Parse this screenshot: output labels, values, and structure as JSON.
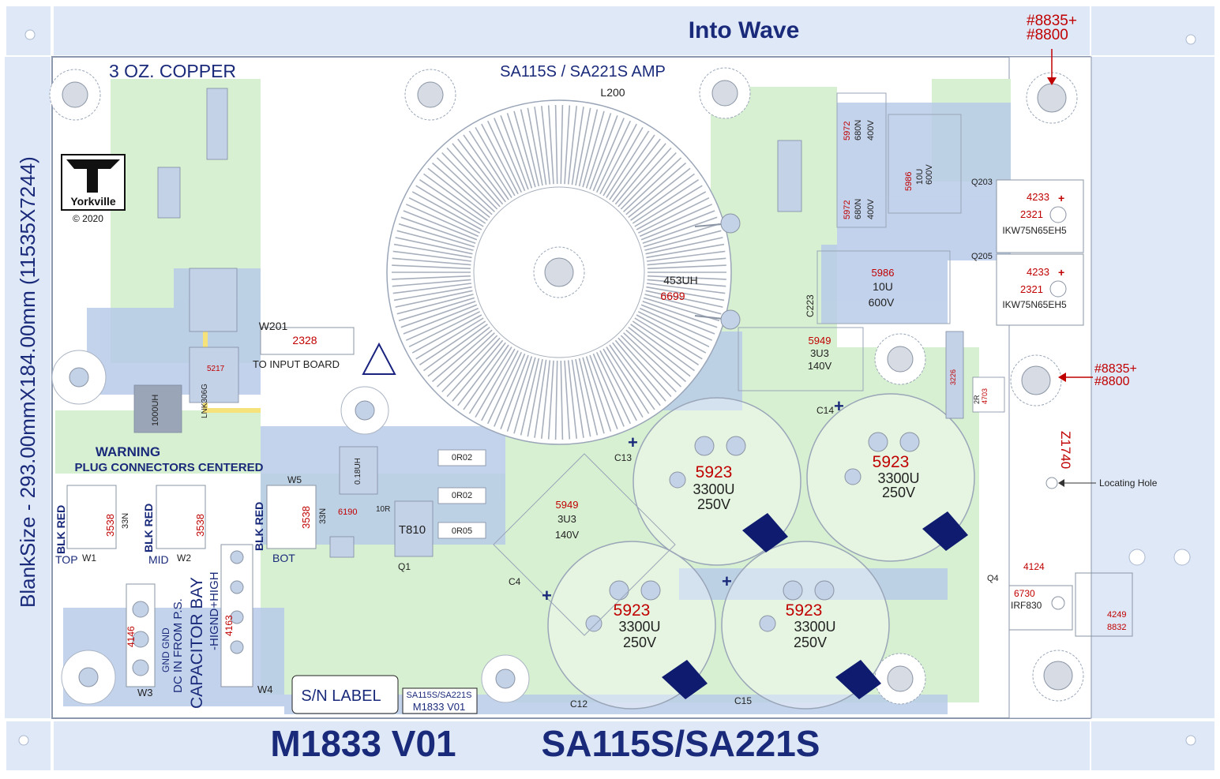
{
  "header": {
    "title": "Into Wave",
    "part_top_1": "#8835+",
    "part_top_2": "#8800"
  },
  "side_label": "BlankSize - 293.00mmX184.00mm (11535X7244)",
  "footer": {
    "board_id": "M1833  V01",
    "model": "SA115S/SA221S"
  },
  "board": {
    "copper_note": "3 OZ. COPPER",
    "title": "SA115S / SA221S AMP",
    "logo_text": "Yorkville",
    "copyright": "© 2020",
    "inductor": {
      "ref": "L200",
      "value": "453UH",
      "part": "6699"
    },
    "to_input": "TO INPUT BOARD",
    "w201": "W201",
    "w201_part": "2328",
    "warning_1": "WARNING",
    "warning_2": "PLUG CONNECTORS CENTERED",
    "connectors": [
      {
        "colors": "BLK RED",
        "ref": "TOP",
        "w": "W1",
        "part": "3538",
        "cap": "33N"
      },
      {
        "colors": "BLK RED",
        "ref": "MID",
        "w": "W2",
        "part": "3538",
        "cap": ""
      },
      {
        "colors": "BLK RED",
        "ref": "BOT",
        "w": "W5",
        "part": "3538",
        "cap": "33N"
      }
    ],
    "dc_in_1": "DC IN FROM P.S.",
    "dc_in_2": "CAPACITOR BAY",
    "gnd_labels": "GND GND",
    "high_label": "-HIGND+HIGH",
    "w3": "W3",
    "w4": "W4",
    "part_4146": "4146",
    "part_4163": "4163",
    "sn_label": "S/N LABEL",
    "board_ref_1": "SA115S/SA221S",
    "board_ref_2": "M1833  V01",
    "transistors": [
      {
        "ref": "Q203",
        "part": "4233",
        "part2": "2321",
        "name": "IKW75N65EH5"
      },
      {
        "ref": "Q205",
        "part": "4233",
        "part2": "2321",
        "name": "IKW75N65EH5"
      }
    ],
    "mosfet": {
      "ref": "Q4",
      "part": "4124",
      "part2": "6730",
      "name": "IRF830"
    },
    "side_parts": {
      "p1": "4249",
      "p2": "8832"
    },
    "part_mid_1": "#8835+",
    "part_mid_2": "#8800",
    "z_label": "Z1740",
    "locating_hole": "Locating Hole",
    "caps_main": [
      {
        "part": "5923",
        "value": "3300U",
        "voltage": "250V",
        "ref": "C13"
      },
      {
        "part": "5923",
        "value": "3300U",
        "voltage": "250V",
        "ref": "C14"
      },
      {
        "part": "5923",
        "value": "3300U",
        "voltage": "250V",
        "ref": "C12"
      },
      {
        "part": "5923",
        "value": "3300U",
        "voltage": "250V",
        "ref": "C15"
      }
    ],
    "cap_5949_a": {
      "part": "5949",
      "value": "3U3",
      "voltage": "140V"
    },
    "cap_5949_b": {
      "part": "5949",
      "value": "3U3",
      "voltage": "140V"
    },
    "cap_5986_a": {
      "part": "5986",
      "value": "10U",
      "voltage": "600V",
      "ref": "C223"
    },
    "cap_5986_b": {
      "part": "5986",
      "value": "10U",
      "voltage": "600V"
    },
    "cap_5972_a": {
      "part": "5972",
      "value": "680N",
      "voltage": "400V"
    },
    "cap_5972_b": {
      "part": "5972",
      "value": "680N",
      "voltage": "400V"
    },
    "t810": "T810",
    "q1": "Q1",
    "c4": "C4",
    "resistors": {
      "r1": "0R02",
      "r2": "0R02",
      "r3": "0R05",
      "r4": "10R",
      "l_val": "1000UH",
      "l4": "0.18UH",
      "u1": "LNK306G",
      "part_5217": "5217",
      "part_6190": "6190",
      "part_3226": "3226",
      "r_2r": "2R",
      "part_4703": "4703"
    }
  }
}
